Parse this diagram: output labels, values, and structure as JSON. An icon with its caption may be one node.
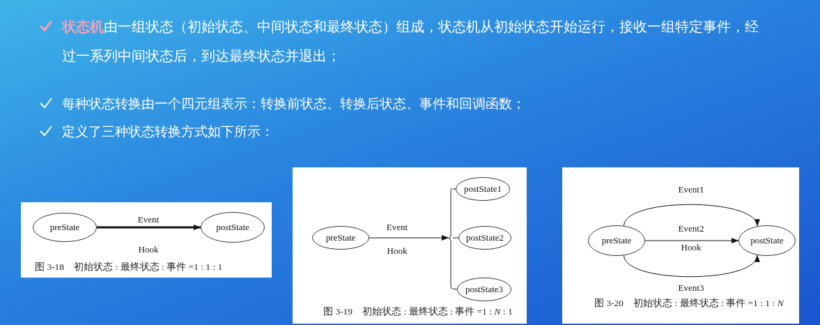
{
  "diagram": {
    "nodes": [
      {
        "text": [
          "图 3-18　初始状态 : 最终状态 : 事件 =1 : 1 : 1"
        ]
      },
      {
        "text": [
          "preState"
        ],
        "in": 0
      },
      {
        "text": [
          "postState"
        ],
        "in": 0
      },
      {
        "text": [
          "图 3-19　初始状态 : 最终状态 : 事件 =1 : *N* : 1"
        ]
      },
      {
        "text": [
          "preState"
        ],
        "in": 3
      },
      {
        "text": [],
        "shape": "bar",
        "in": 3
      },
      {
        "text": [
          "postState1"
        ],
        "in": 3
      },
      {
        "text": [
          "postState2"
        ],
        "in": 3
      },
      {
        "text": [
          "postState3"
        ],
        "in": 3
      },
      {
        "text": [
          "图 3-20　初始状态 : 最终状态 : 事件 =1 : 1 : *N*"
        ]
      },
      {
        "text": [
          "preState"
        ],
        "in": 9
      },
      {
        "text": [
          "postState"
        ],
        "in": 9
      }
    ],
    "edges": [
      {
        "from": 1,
        "to": 2,
        "arrow": "to",
        "label": "Event",
        "style": "thick"
      },
      {
        "from": 4,
        "to": 5,
        "arrow": "to",
        "label": "Event"
      },
      {
        "from": 5,
        "to": 6,
        "arrow": "none"
      },
      {
        "from": 5,
        "to": 7,
        "arrow": "none"
      },
      {
        "from": 5,
        "to": 8,
        "arrow": "none"
      },
      {
        "from": 10,
        "to": 11,
        "arrow": "to",
        "label": "Event1"
      },
      {
        "from": 10,
        "to": 11,
        "arrow": "to",
        "label": "Event2"
      },
      {
        "from": 10,
        "to": 11,
        "arrow": "to",
        "label": "Event3"
      }
    ],
    "labels": [
      "**状态机**由一组状态（初始状态、中间状态和最终状态）组成，状态机从初始状态开始运行，接收一组特定事件，经过一系列中间状态后，到达最终状态并退出；",
      "每种状态转换由一个四元组表示：转换前状态、转换后状态、事件和回调函数；",
      "定义了三种状态转换方式如下所示：",
      "Hook",
      "Hook",
      "Hook"
    ]
  }
}
